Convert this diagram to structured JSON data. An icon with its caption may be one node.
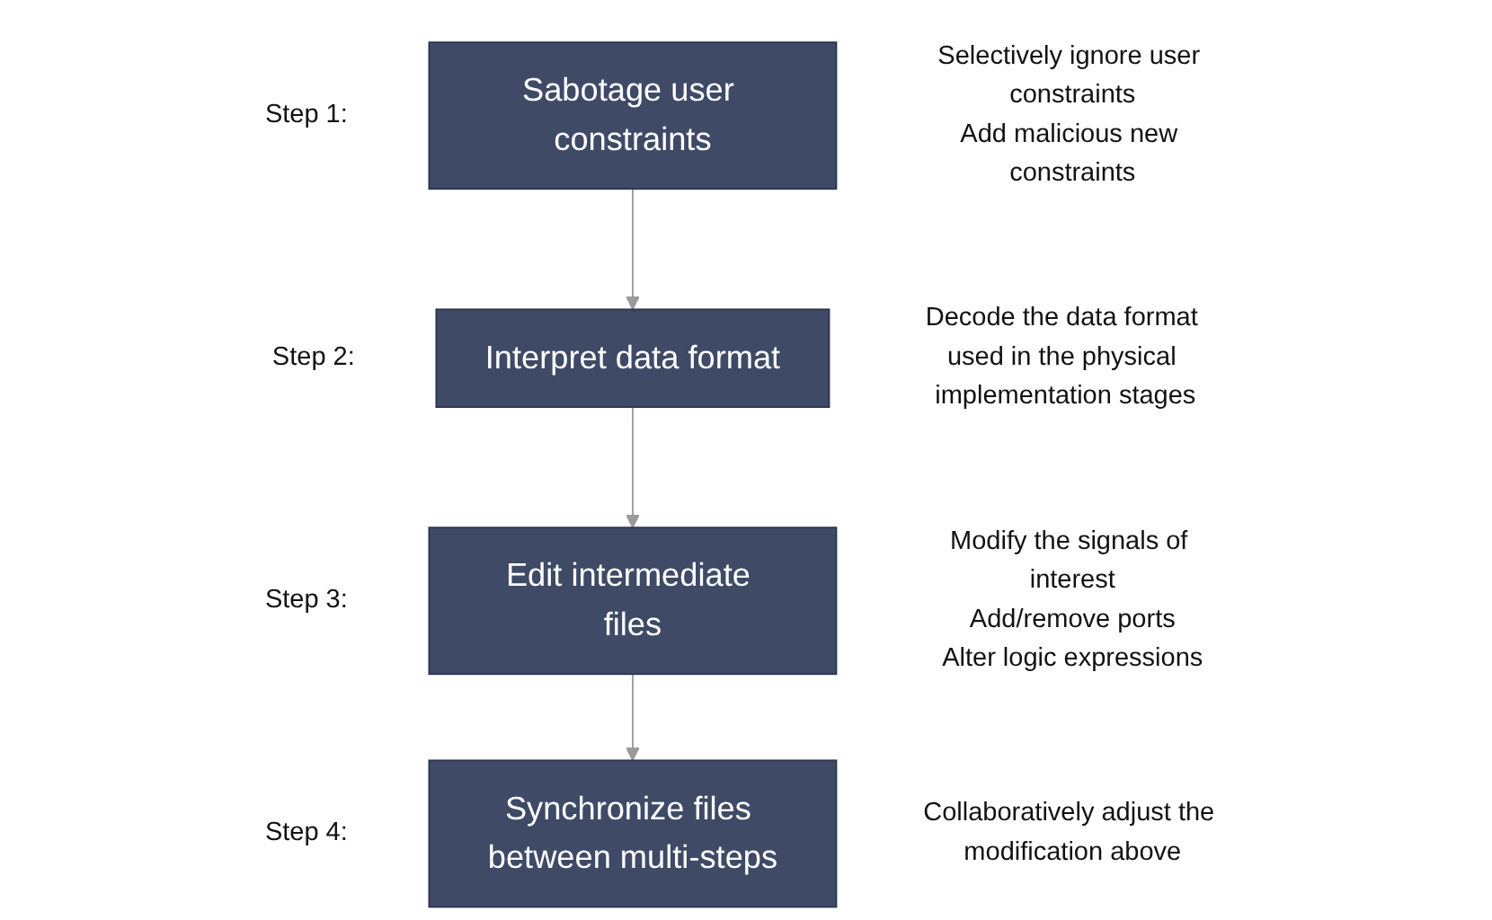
{
  "diagram": {
    "nodes": [
      {
        "text": [
          "Sabotage user constraints"
        ],
        "beside": [
          "Step 1:",
          "Selectively ignore user constraints",
          "Add malicious new constraints"
        ]
      },
      {
        "text": [
          "Interpret data format"
        ],
        "beside": [
          "Step 2:",
          "Decode the data format used in the physical implementation stages"
        ]
      },
      {
        "text": [
          "Edit intermediate files"
        ],
        "beside": [
          "Step 3:",
          "Modify the signals of interest",
          "Add/remove ports",
          "Alter logic expressions"
        ]
      },
      {
        "text": [
          "Synchronize files between multi-steps"
        ],
        "beside": [
          "Step 4:",
          "Collaboratively adjust the modification above"
        ]
      }
    ],
    "edges": [
      {
        "from": 0,
        "to": 1,
        "arrow": "to"
      },
      {
        "from": 1,
        "to": 2,
        "arrow": "to"
      },
      {
        "from": 2,
        "to": 3,
        "arrow": "to"
      }
    ]
  }
}
